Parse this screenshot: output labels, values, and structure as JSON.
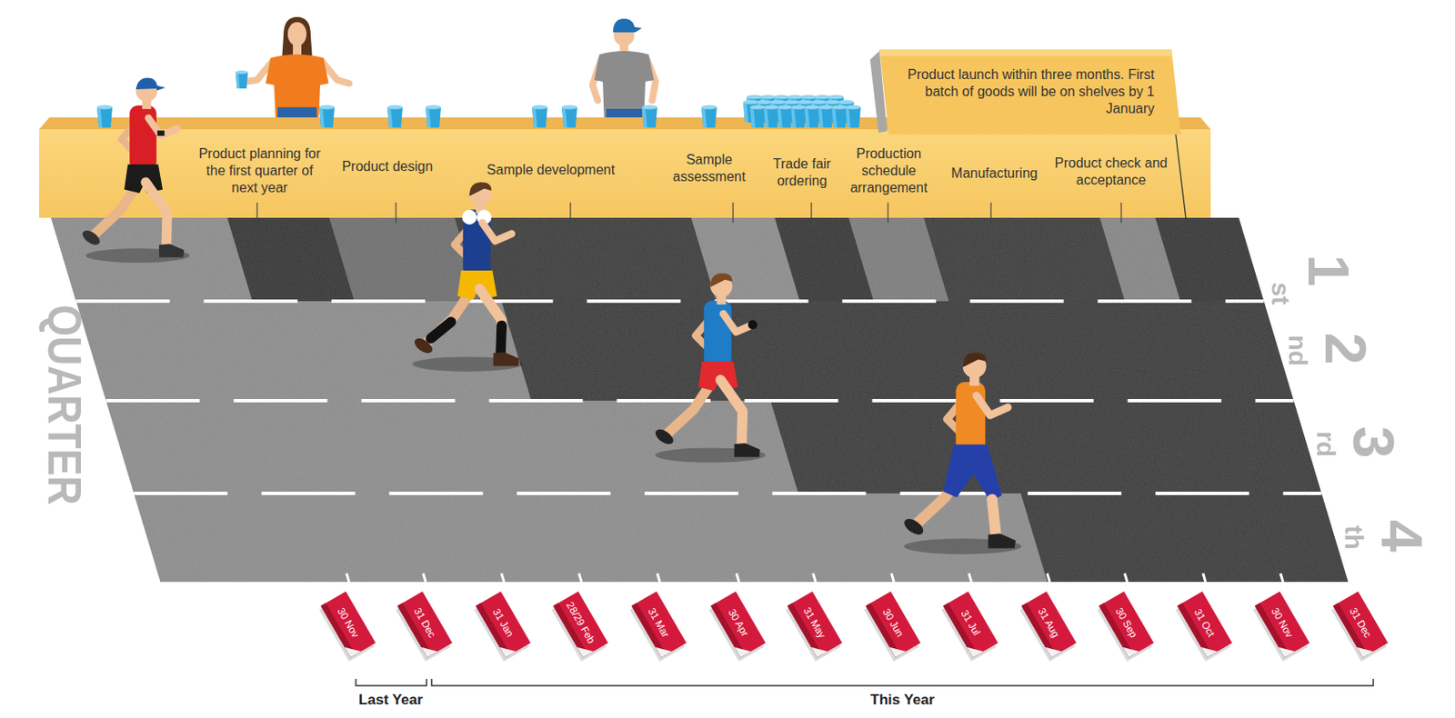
{
  "diagram": {
    "nodes": [
      {
        "text": [
          "Product planning for the first quarter of next year",
          "Product design",
          "Sample development",
          "Sample assessment",
          "Trade fair ordering",
          "Production schedule arrangement",
          "Manufacturing",
          "Product check and acceptance"
        ]
      },
      {
        "text": [
          "Product launch within three months. First batch of goods will be on shelves by 1 January"
        ]
      },
      {
        "text": [
          "30 Nov"
        ]
      },
      {
        "text": [
          "31 Dec"
        ]
      },
      {
        "text": [
          "31 Jan"
        ]
      },
      {
        "text": [
          "28/29 Feb"
        ]
      },
      {
        "text": [
          "31 Mar"
        ]
      },
      {
        "text": [
          "30 Apr"
        ]
      },
      {
        "text": [
          "31 May"
        ]
      },
      {
        "text": [
          "30 Jun"
        ]
      },
      {
        "text": [
          "31 Jul"
        ]
      },
      {
        "text": [
          "31 Aug"
        ]
      },
      {
        "text": [
          "30 Sep"
        ]
      },
      {
        "text": [
          "31 Oct"
        ]
      },
      {
        "text": [
          "30 Nov"
        ]
      },
      {
        "text": [
          "31 Dec"
        ]
      }
    ],
    "labels": [
      "QUARTER",
      "1",
      "st",
      "2",
      "nd",
      "3",
      "rd",
      "4",
      "th",
      "Last Year",
      "This Year"
    ]
  }
}
